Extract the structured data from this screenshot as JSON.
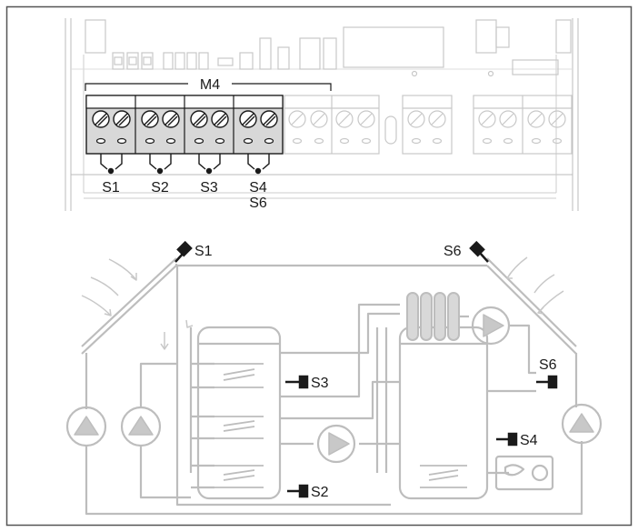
{
  "terminal_block": {
    "label": "M4",
    "sensor_labels": [
      "S1",
      "S2",
      "S3",
      "S4",
      "S6"
    ]
  },
  "system": {
    "sensors": {
      "collector_left": "S1",
      "collector_right": "S6",
      "tank_left_upper": "S3",
      "tank_left_lower": "S2",
      "return": "S6",
      "tank_right": "S4"
    }
  },
  "colors": {
    "outline": "#555555",
    "dark": "#1a1a1a",
    "terminal_fill": "#d8d8d8",
    "pipe": "#bdbdbd",
    "faded": "#cfcfcf"
  }
}
